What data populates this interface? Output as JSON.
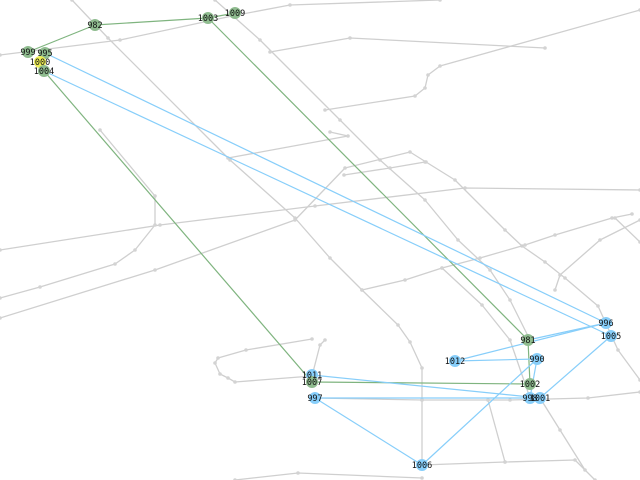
{
  "colors": {
    "background": "#ffffff",
    "road": "#cfcfcf",
    "green_node": "#8fbc8f",
    "blue_node": "#87cefa",
    "yellow_node": "#eeee55",
    "green_edge": "#7fb47f",
    "blue_edge": "#87cefa"
  },
  "nodes": [
    {
      "id": "982",
      "label": "982",
      "color": "green"
    },
    {
      "id": "1003",
      "label": "1003",
      "color": "green"
    },
    {
      "id": "1009",
      "label": "1009",
      "color": "green"
    },
    {
      "id": "999",
      "label": "999",
      "color": "green"
    },
    {
      "id": "995",
      "label": "995",
      "color": "green"
    },
    {
      "id": "1000",
      "label": "1000",
      "color": "yellow"
    },
    {
      "id": "1004",
      "label": "1004",
      "color": "green"
    },
    {
      "id": "981",
      "label": "981",
      "color": "green"
    },
    {
      "id": "996",
      "label": "996",
      "color": "blue"
    },
    {
      "id": "1005",
      "label": "1005",
      "color": "blue"
    },
    {
      "id": "1012",
      "label": "1012",
      "color": "blue"
    },
    {
      "id": "990",
      "label": "990",
      "color": "blue"
    },
    {
      "id": "1011",
      "label": "1011",
      "color": "blue"
    },
    {
      "id": "1007",
      "label": "1007",
      "color": "green"
    },
    {
      "id": "1002",
      "label": "1002",
      "color": "green"
    },
    {
      "id": "997",
      "label": "997",
      "color": "blue"
    },
    {
      "id": "998",
      "label": "998",
      "color": "blue"
    },
    {
      "id": "1001",
      "label": "1001",
      "color": "blue"
    },
    {
      "id": "1006",
      "label": "1006",
      "color": "blue"
    }
  ],
  "edges": [
    {
      "from": "999",
      "to": "982",
      "color": "green"
    },
    {
      "from": "982",
      "to": "1003",
      "color": "green"
    },
    {
      "from": "1003",
      "to": "1009",
      "color": "green"
    },
    {
      "from": "1003",
      "to": "981",
      "color": "green"
    },
    {
      "from": "1004",
      "to": "1007",
      "color": "green"
    },
    {
      "from": "981",
      "to": "1002",
      "color": "green"
    },
    {
      "from": "1007",
      "to": "1002",
      "color": "green"
    },
    {
      "from": "995",
      "to": "996",
      "color": "blue"
    },
    {
      "from": "1004",
      "to": "1005",
      "color": "blue"
    },
    {
      "from": "981",
      "to": "996",
      "color": "blue"
    },
    {
      "from": "1012",
      "to": "996",
      "color": "blue"
    },
    {
      "from": "1012",
      "to": "990",
      "color": "blue"
    },
    {
      "from": "990",
      "to": "998",
      "color": "blue"
    },
    {
      "from": "1005",
      "to": "1001",
      "color": "blue"
    },
    {
      "from": "1011",
      "to": "1001",
      "color": "blue"
    },
    {
      "from": "997",
      "to": "998",
      "color": "blue"
    },
    {
      "from": "997",
      "to": "1006",
      "color": "blue"
    },
    {
      "from": "1006",
      "to": "990",
      "color": "blue"
    }
  ]
}
